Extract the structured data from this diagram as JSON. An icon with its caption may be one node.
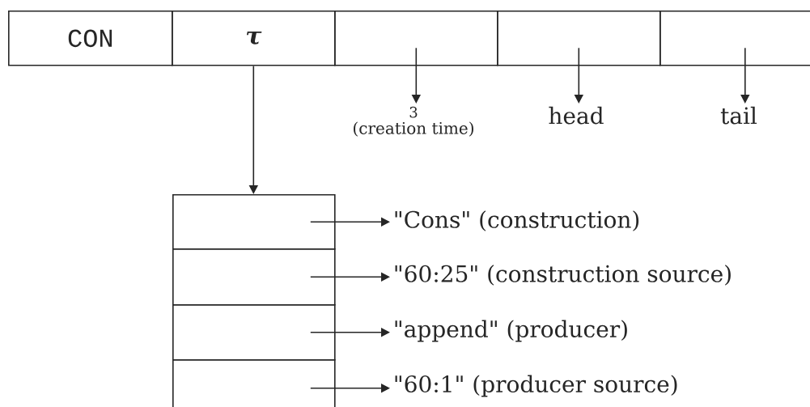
{
  "diagram": {
    "nodes": [
      {
        "text": [
          "CON"
        ]
      },
      {
        "text": [
          "τ"
        ]
      },
      {
        "text": [],
        "shape": "box"
      },
      {
        "text": [],
        "shape": "box"
      },
      {
        "text": [],
        "shape": "box"
      },
      {
        "text": [
          "3",
          "(creation time)"
        ]
      },
      {
        "text": [
          "head"
        ]
      },
      {
        "text": [
          "tail"
        ]
      },
      {
        "text": [],
        "shape": "box"
      },
      {
        "text": [],
        "shape": "box"
      },
      {
        "text": [],
        "shape": "box"
      },
      {
        "text": [],
        "shape": "box"
      },
      {
        "text": [
          "\"Cons\" (construction)"
        ]
      },
      {
        "text": [
          "\"60:25\" (construction source)"
        ]
      },
      {
        "text": [
          "\"append\" (producer)"
        ]
      },
      {
        "text": [
          "\"60:1\" (producer source)"
        ]
      }
    ],
    "edges": [
      {
        "from": 2,
        "to": 5,
        "arrow": "to"
      },
      {
        "from": 3,
        "to": 6,
        "arrow": "to"
      },
      {
        "from": 4,
        "to": 7,
        "arrow": "to"
      },
      {
        "from": 1,
        "to": 8,
        "arrow": "to"
      },
      {
        "from": 8,
        "to": 12,
        "arrow": "to"
      },
      {
        "from": 9,
        "to": 13,
        "arrow": "to"
      },
      {
        "from": 10,
        "to": 14,
        "arrow": "to"
      },
      {
        "from": 11,
        "to": 15,
        "arrow": "to"
      }
    ]
  }
}
